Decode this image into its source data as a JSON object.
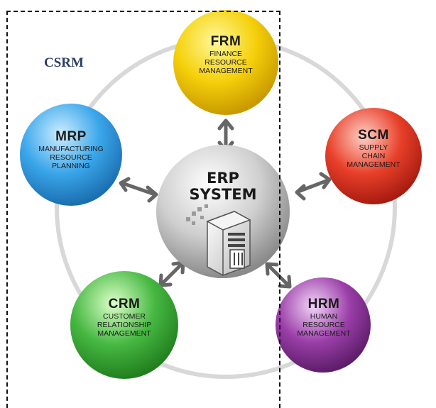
{
  "csrm_label": "CSRM",
  "center": {
    "line1": "ERP",
    "line2": "SYSTEM",
    "icon": "server-icon"
  },
  "modules": {
    "frm": {
      "abbr": "FRM",
      "desc": "FINANCE\nRESOURCE\nMANAGEMENT",
      "color": "#f5d00a"
    },
    "mrp": {
      "abbr": "MRP",
      "desc": "MANUFACTURING\nRESOURCE\nPLANNING",
      "color": "#3aa6ea"
    },
    "scm": {
      "abbr": "SCM",
      "desc": "SUPPLY\nCHAIN\nMANAGEMENT",
      "color": "#e8402a"
    },
    "crm": {
      "abbr": "CRM",
      "desc": "CUSTOMER\nRELATIONSHIP\nMANAGEMENT",
      "color": "#46b842"
    },
    "hrm": {
      "abbr": "HRM",
      "desc": "HUMAN\nRESOURCE\nMANAGEMENT",
      "color": "#9a3ea8"
    }
  }
}
